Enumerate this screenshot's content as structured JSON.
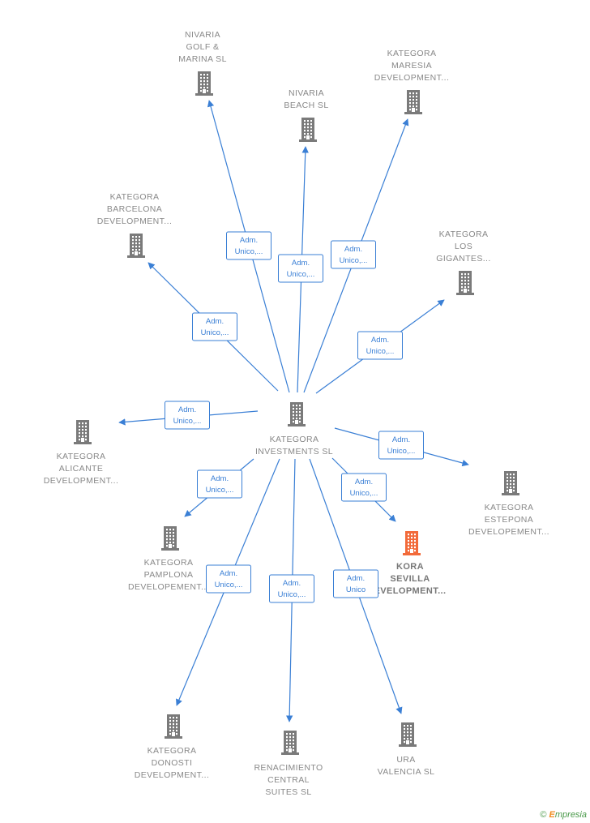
{
  "colors": {
    "edge": "#3a7fd5",
    "building": "#7a7a7a",
    "building_highlight": "#f26a3a",
    "label": "#888888"
  },
  "center": {
    "id": "investments",
    "label": [
      "KATEGORA",
      "INVESTMENTS SL"
    ],
    "icon": "building-icon"
  },
  "nodes": [
    {
      "id": "nivaria-golf",
      "label": [
        "NIVARIA",
        "GOLF &",
        "MARINA  SL"
      ],
      "relation": [
        "Adm.",
        "Unico,..."
      ],
      "highlight": false,
      "icon": "building-icon"
    },
    {
      "id": "nivaria-beach",
      "label": [
        "NIVARIA",
        "BEACH  SL"
      ],
      "relation": [
        "Adm.",
        "Unico,..."
      ],
      "highlight": false,
      "icon": "building-icon"
    },
    {
      "id": "maresia",
      "label": [
        "KATEGORA",
        "MARESIA",
        "DEVELOPMENT..."
      ],
      "relation": [
        "Adm.",
        "Unico,..."
      ],
      "highlight": false,
      "icon": "building-icon"
    },
    {
      "id": "barcelona",
      "label": [
        "KATEGORA",
        "BARCELONA",
        "DEVELOPMENT..."
      ],
      "relation": [
        "Adm.",
        "Unico,..."
      ],
      "highlight": false,
      "icon": "building-icon"
    },
    {
      "id": "gigantes",
      "label": [
        "KATEGORA",
        "LOS",
        "GIGANTES..."
      ],
      "relation": [
        "Adm.",
        "Unico,..."
      ],
      "highlight": false,
      "icon": "building-icon"
    },
    {
      "id": "alicante",
      "label": [
        "KATEGORA",
        "ALICANTE",
        "DEVELOPMENT..."
      ],
      "relation": [
        "Adm.",
        "Unico,..."
      ],
      "highlight": false,
      "icon": "building-icon"
    },
    {
      "id": "estepona",
      "label": [
        "KATEGORA",
        "ESTEPONA",
        "DEVELOPEMENT..."
      ],
      "relation": [
        "Adm.",
        "Unico,..."
      ],
      "highlight": false,
      "icon": "building-icon"
    },
    {
      "id": "pamplona",
      "label": [
        "KATEGORA",
        "PAMPLONA",
        "DEVELOPEMENT..."
      ],
      "relation": [
        "Adm.",
        "Unico,..."
      ],
      "highlight": false,
      "icon": "building-icon"
    },
    {
      "id": "kora-sevilla",
      "label": [
        "KORA",
        "SEVILLA",
        "EVELOPMENT..."
      ],
      "relation": [
        "Adm.",
        "Unico,..."
      ],
      "highlight": true,
      "icon": "building-icon"
    },
    {
      "id": "donosti",
      "label": [
        "KATEGORA",
        "DONOSTI",
        "DEVELOPMENT..."
      ],
      "relation": [
        "Adm.",
        "Unico,..."
      ],
      "highlight": false,
      "icon": "building-icon"
    },
    {
      "id": "renacimiento",
      "label": [
        "RENACIMIENTO",
        "CENTRAL",
        "SUITES  SL"
      ],
      "relation": [
        "Adm.",
        "Unico,..."
      ],
      "highlight": false,
      "icon": "building-icon"
    },
    {
      "id": "ura-valencia",
      "label": [
        "URA",
        "VALENCIA  SL"
      ],
      "relation": [
        "Adm.",
        "Unico"
      ],
      "highlight": false,
      "icon": "building-icon"
    }
  ],
  "footer": {
    "copyright": "©",
    "brand_initial": "E",
    "brand_rest": "mpresia"
  }
}
